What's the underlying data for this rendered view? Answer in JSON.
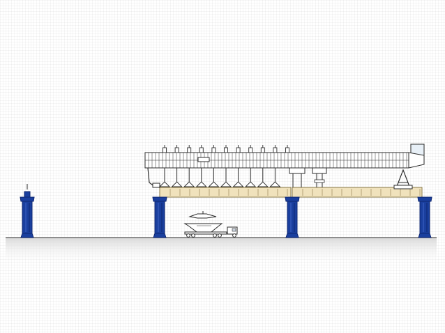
{
  "scene": {
    "description_tags": [
      "launching-gantry",
      "precast-segment",
      "bridge-pier",
      "segment-transporter"
    ],
    "colors": {
      "pier": "#1a3f9e",
      "pier_dark": "#0f2770",
      "deck": "#f0e2bc",
      "deck_edge": "#8a7a4a",
      "steel": "#ffffff",
      "line": "#2b2b2b",
      "ground": "#6e6e6e"
    },
    "pier_count": 4,
    "hanging_segment_count": 10,
    "icons": [
      "bridge-pier-icon",
      "launching-gantry-icon",
      "segment-hanger-icon",
      "transport-truck-icon"
    ]
  }
}
